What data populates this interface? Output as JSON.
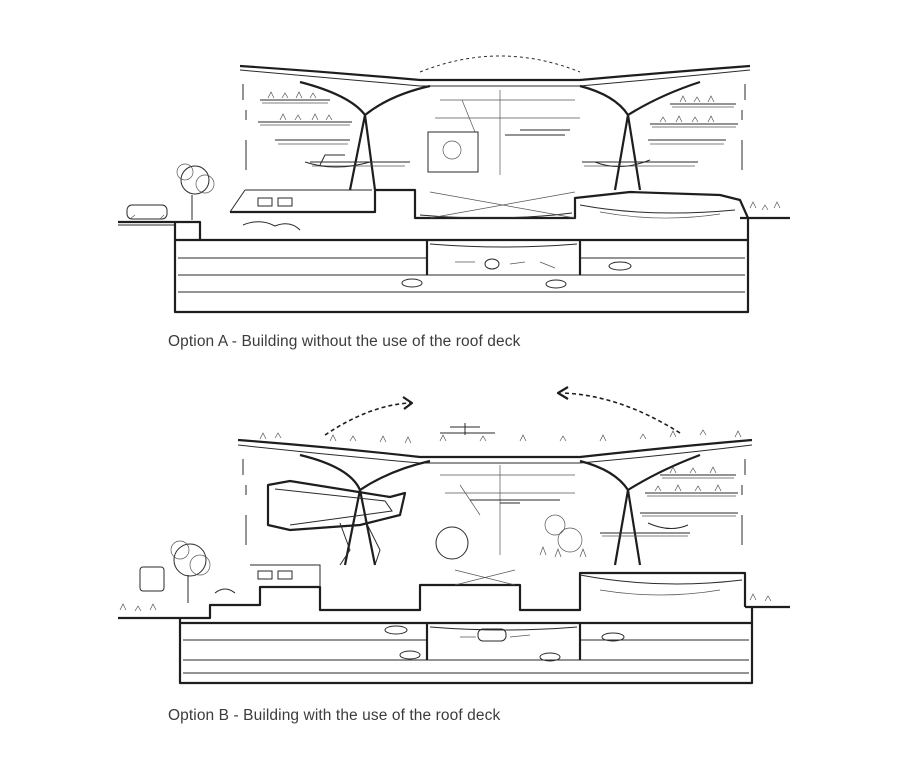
{
  "figures": [
    {
      "id": "option-a",
      "caption": "Option A - Building without the use of the roof deck",
      "roof_deck_used": false
    },
    {
      "id": "option-b",
      "caption": "Option B - Building with the use of the roof deck",
      "roof_deck_used": true
    }
  ],
  "colors": {
    "ink": "#1e1e1e",
    "caption_text": "#3c3c3c",
    "background": "#ffffff"
  }
}
